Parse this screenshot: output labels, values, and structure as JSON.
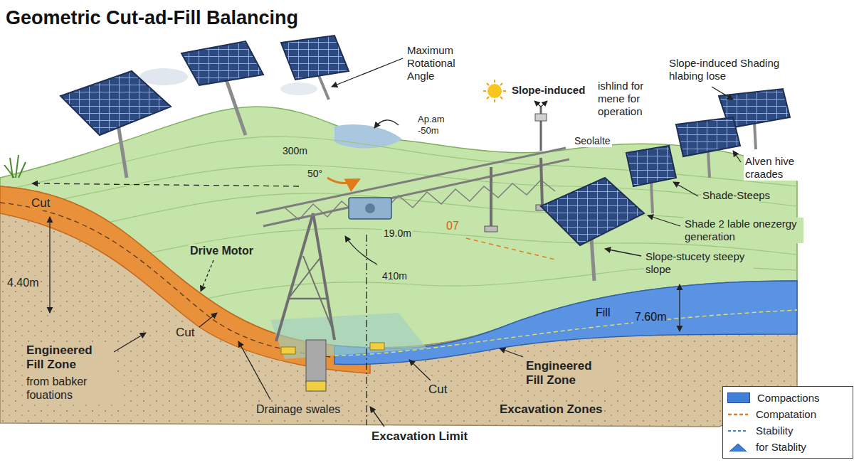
{
  "diagram": {
    "title": "Geometric Cut-ad-Fill Balancing",
    "labels": [
      "Maximum Rotational Angle",
      "Slope-induced Shading hlabing lose",
      "Ap.am -50m",
      "Slope-induced",
      "ishlind for mene for operation",
      "300m",
      "50°",
      "Seolalte",
      "19.0m",
      "07",
      "410m",
      "Cut",
      "Drive Motor",
      "4.40m",
      "Cut",
      "Engineered Fill Zone",
      "from babker fouations",
      "Drainage swales",
      "Cut",
      "Engineered Fill Zone",
      "Excavation Zones",
      "Excavation Limit",
      "Fill",
      "7.60m",
      "Alven hive craades",
      "Shade-Steeps",
      "Shade 2 lable onezergy generation",
      "Slope-stucety steepy slope"
    ],
    "legend": [
      {
        "text": "Compactions",
        "color": "#3f7fd6"
      },
      {
        "text": "Compatation"
      },
      {
        "text": "Stability"
      },
      {
        "text": "for Stablity"
      }
    ]
  }
}
